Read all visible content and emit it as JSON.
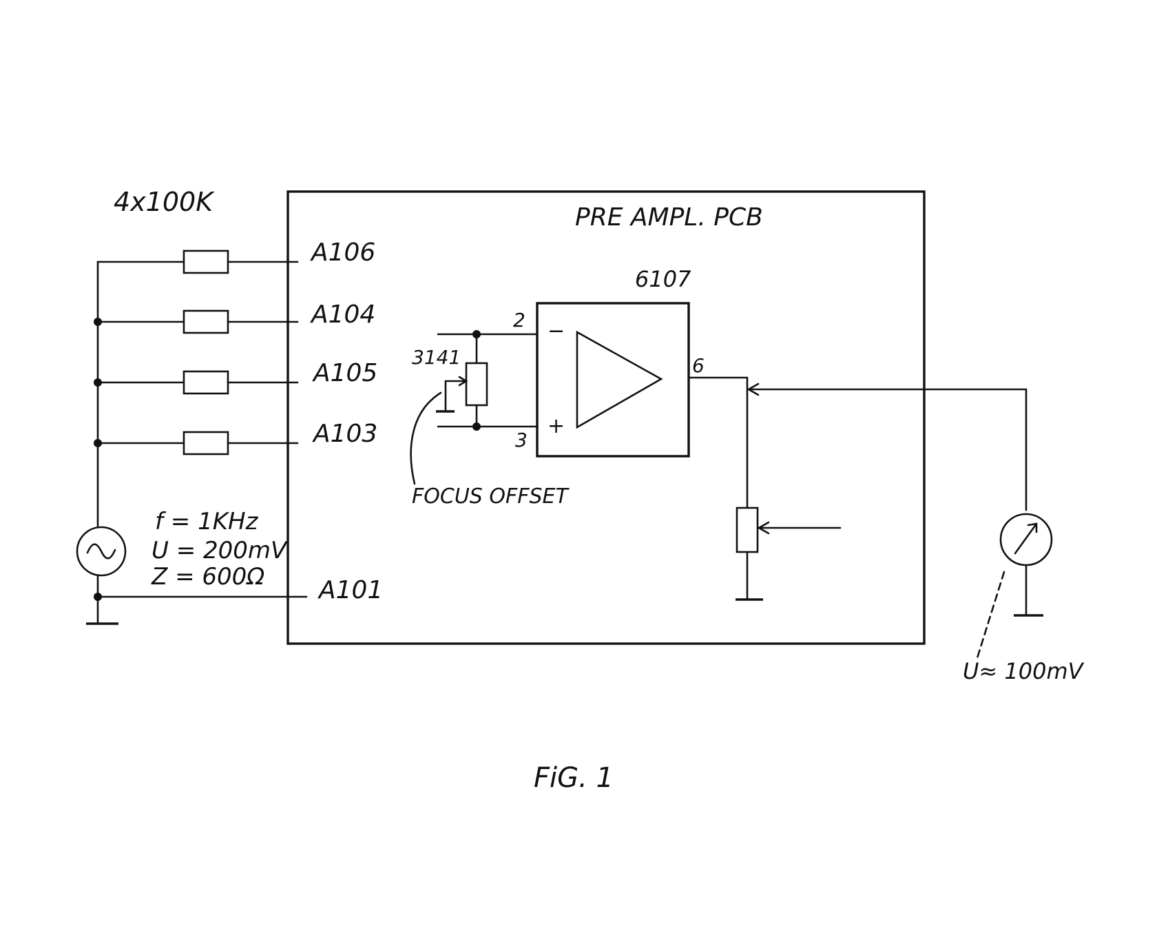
{
  "figure_label": "FiG. 1",
  "resistor_array": {
    "label": "4x100K"
  },
  "pcb": {
    "title": "PRE AMPL. PCB"
  },
  "pins": [
    "A106",
    "A104",
    "A105",
    "A103",
    "A101"
  ],
  "source": {
    "f": "f = 1KHz",
    "u": "U = 200mV",
    "z": "Z = 600Ω"
  },
  "opamp": {
    "label": "6107",
    "pin_inverting": "2",
    "pin_noninverting": "3",
    "pin_output": "6",
    "sign_minus": "−",
    "sign_plus": "+"
  },
  "offset_pot": {
    "label": "3141",
    "note": "FOCUS OFFSET"
  },
  "meter": {
    "reading": "U≈ 100mV"
  },
  "colors": {
    "ink": "#111111",
    "paper": "#ffffff"
  }
}
